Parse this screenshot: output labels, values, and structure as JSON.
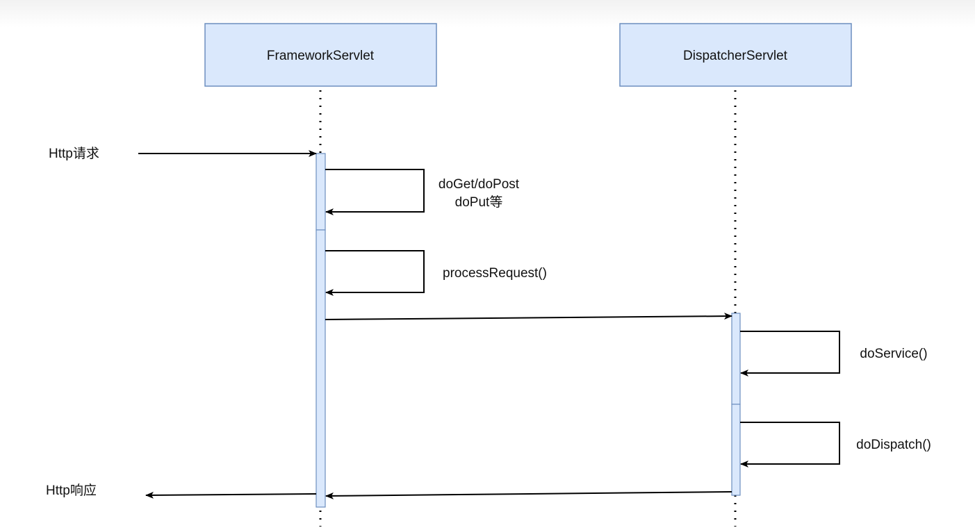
{
  "diagram": {
    "lifelines": [
      {
        "name": "FrameworkServlet"
      },
      {
        "name": "DispatcherServlet"
      }
    ],
    "messages": {
      "http_request": "Http请求",
      "do_get_post_line1": "doGet/doPost",
      "do_get_post_line2": "doPut等",
      "process_request": "processRequest()",
      "do_service": "doService()",
      "do_dispatch": "doDispatch()",
      "http_response": "Http响应"
    },
    "colors": {
      "box_fill": "#dae8fc",
      "box_stroke": "#6c8ebf",
      "line": "#000000"
    }
  }
}
